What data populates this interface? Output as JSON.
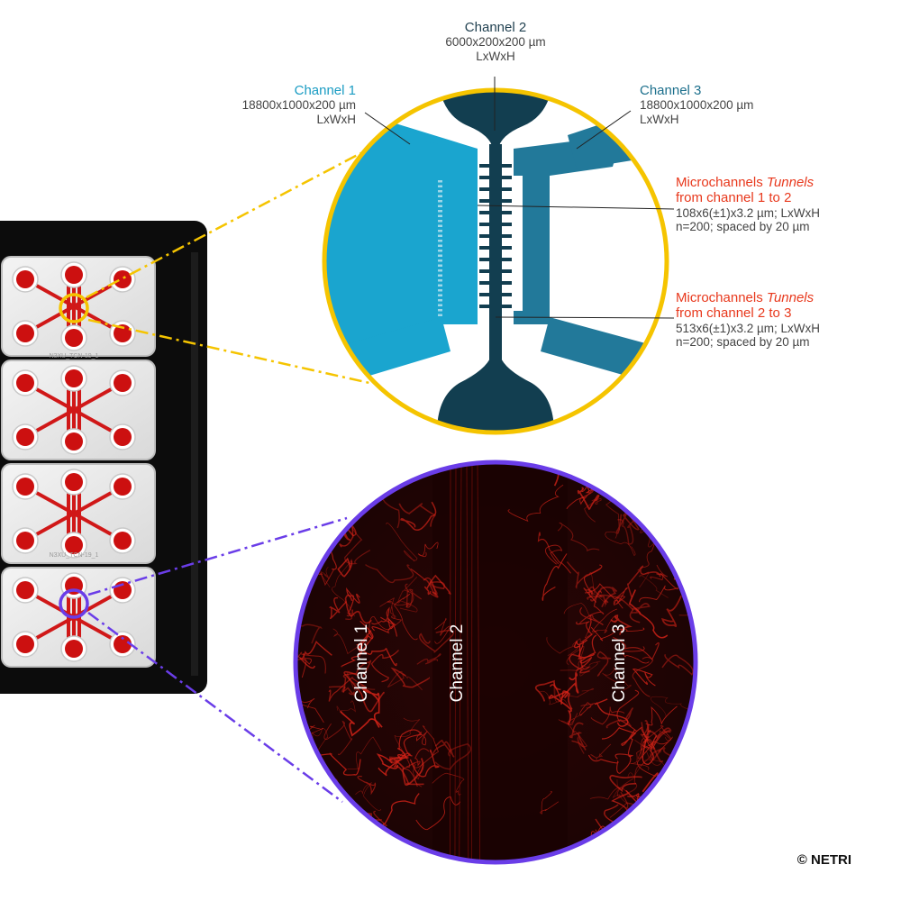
{
  "colors": {
    "accent_yellow": "#f5c400",
    "accent_purple": "#6a3de8",
    "channel1": "#1aa5cf",
    "channel2": "#123e50",
    "channel3": "#22799a",
    "tunnels_label": "#e8381c",
    "fluorescence": "#c21a12"
  },
  "channel2": {
    "title": "Channel 2",
    "dims": "6000x200x200 µm",
    "unit": "LxWxH"
  },
  "channel1": {
    "title": "Channel 1",
    "dims": "18800x1000x200 µm",
    "unit": "LxWxH"
  },
  "channel3": {
    "title": "Channel 3",
    "dims": "18800x1000x200 µm",
    "unit": "LxWxH"
  },
  "tunnels_1_2": {
    "title_prefix": "Microchannels ",
    "title_em": "Tunnels",
    "title_line2": "from channel 1 to 2",
    "dims": "108x6(±1)x3.2 µm; LxWxH",
    "count": "n=200; spaced by 20 µm"
  },
  "tunnels_2_3": {
    "title_prefix": "Microchannels ",
    "title_em": "Tunnels",
    "title_line2": "from channel 2 to 3",
    "dims": "513x6(±1)x3.2 µm; LxWxH",
    "count": "n=200; spaced by 20 µm"
  },
  "plate": {
    "chip_labels": [
      "N3XU_TCN-19_1",
      "N3XU_TCN-19_1"
    ]
  },
  "fluorescence_image": {
    "labels": [
      "Channel 1",
      "Channel 2",
      "Channel 3"
    ]
  },
  "copyright": "© NETRI"
}
